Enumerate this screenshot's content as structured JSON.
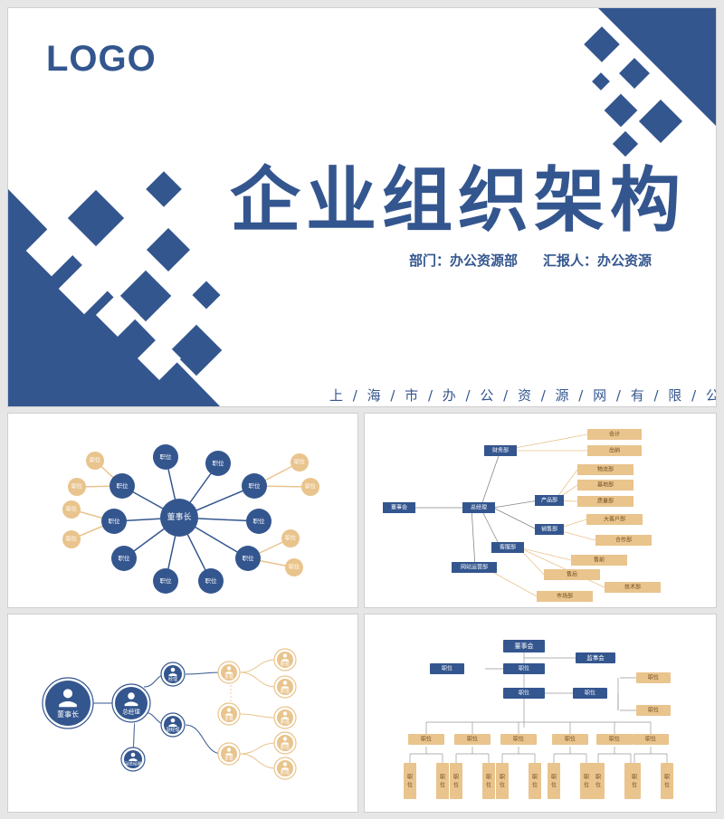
{
  "colors": {
    "primary": "#34568f",
    "accent": "#e9c48d",
    "accent_text": "#a07a45"
  },
  "cover": {
    "logo": "LOGO",
    "title": "企业组织架构",
    "department": "部门：办公资源部",
    "reporter": "汇报人：办公资源",
    "company": "上 / 海 / 市 / 办 / 公 / 资 / 源 / 网 / 有 / 限 / 公 / 司"
  },
  "radial": {
    "center": "董事长",
    "inner_nodes": [
      "职位",
      "职位",
      "职位",
      "职位",
      "职位",
      "职位",
      "职位",
      "职位",
      "职位",
      "职位"
    ],
    "outer_nodes": [
      "职位",
      "职位",
      "职位",
      "职位",
      "职位",
      "职位",
      "职位",
      "职位",
      "职位",
      "职位"
    ]
  },
  "flow": {
    "board": "董事会",
    "gm": "总经理",
    "departments": [
      "财务部",
      "产品部",
      "销售部",
      "客服部",
      "网站运营部"
    ],
    "sub_items": [
      "会计",
      "出纳",
      "物流部",
      "基地部",
      "质量部",
      "大客户部",
      "合作部",
      "售前",
      "售后",
      "技术部",
      "市场部"
    ]
  },
  "tree": {
    "chairman": "董事长",
    "gm": "总经理",
    "manager": "经理",
    "deputy": "副经理",
    "assistant": "副总经理",
    "mid_nodes": [
      "主管",
      "主管",
      "主管"
    ],
    "leaf_nodes": [
      "职员",
      "职员",
      "职员",
      "职员",
      "职员"
    ]
  },
  "org": {
    "board": "董事会",
    "supervisors": "监事会",
    "position": "职位"
  }
}
